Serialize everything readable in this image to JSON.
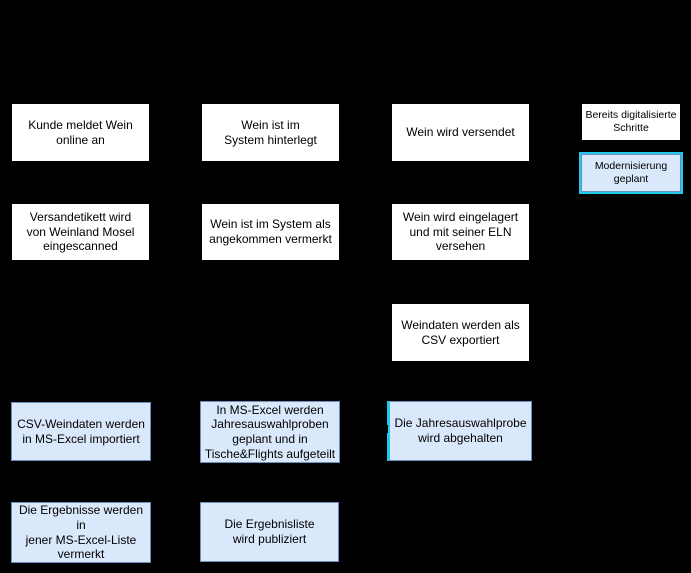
{
  "colors": {
    "bg": "#000000",
    "box_white_bg": "#ffffff",
    "box_white_border": "#000000",
    "box_blue_bg": "#dae8fc",
    "box_blue_border": "#6c8ebf",
    "highlight_cyan": "#1fc8ec",
    "text": "#000000"
  },
  "flowchart": {
    "nodes": [
      {
        "id": "kunde-meldet-wein",
        "type": "digitalisiert",
        "label": "Kunde meldet Wein\nonline an"
      },
      {
        "id": "wein-im-system-hinterlegt",
        "type": "digitalisiert",
        "label": "Wein ist im\nSystem hinterlegt"
      },
      {
        "id": "wein-wird-versendet",
        "type": "digitalisiert",
        "label": "Wein wird versendet"
      },
      {
        "id": "versandetikett-eingescanned",
        "type": "digitalisiert",
        "label": "Versandetikett wird\nvon Weinland Mosel\neingescanned"
      },
      {
        "id": "wein-angekommen-vermerkt",
        "type": "digitalisiert",
        "label": "Wein ist im System als\nangekommen vermerkt"
      },
      {
        "id": "wein-eingelagert-eln",
        "type": "digitalisiert",
        "label": "Wein wird eingelagert\nund mit seiner ELN\nversehen"
      },
      {
        "id": "weindaten-csv-export",
        "type": "digitalisiert",
        "label": "Weindaten werden als\nCSV exportiert"
      },
      {
        "id": "csv-import-excel",
        "type": "modernisierung-geplant",
        "label": "CSV-Weindaten werden\nin MS-Excel importiert"
      },
      {
        "id": "excel-jahresauswahlproben-planung",
        "type": "modernisierung-geplant",
        "label": "In MS-Excel werden\nJahresauswahlproben\ngeplant und in\nTische&Flights aufgeteilt"
      },
      {
        "id": "jahresauswahlprobe-abgehalten",
        "type": "modernisierung-geplant",
        "label": "Die Jahresauswahlprobe\nwird abgehalten",
        "highlighted_edge": "left"
      },
      {
        "id": "ergebnisse-in-excel-vermerkt",
        "type": "modernisierung-geplant",
        "label": "Die Ergebnisse werden in\njener MS-Excel-Liste\nvermerkt"
      },
      {
        "id": "ergebnisliste-publiziert",
        "type": "modernisierung-geplant",
        "label": "Die Ergebnisliste\nwird publiziert"
      }
    ],
    "legend": {
      "items": [
        {
          "id": "legend-digitalisiert",
          "style": "white",
          "label": "Bereits digitalisierte\nSchritte"
        },
        {
          "id": "legend-modernisierung",
          "style": "blue-highlighted",
          "label": "Modernisierung\ngeplant"
        }
      ]
    }
  }
}
